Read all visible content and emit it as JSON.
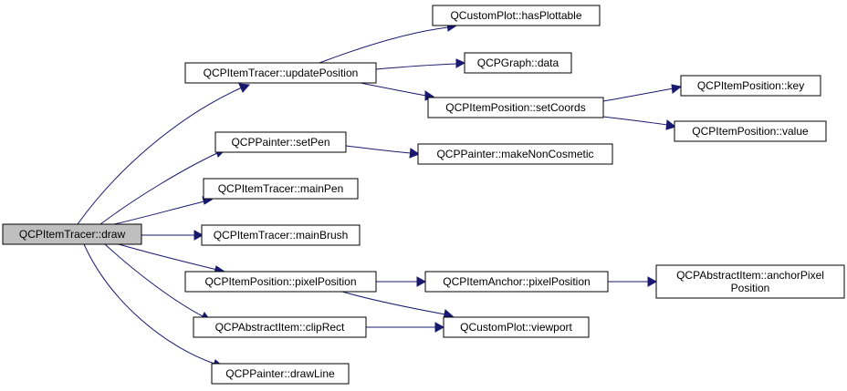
{
  "diagram": {
    "type": "call-graph",
    "colors": {
      "edge": "#191970",
      "node_border": "#000000",
      "node_fill": "#ffffff",
      "root_fill": "#bfbfbf"
    },
    "nodes": [
      {
        "id": "draw",
        "lines": [
          "QCPItemTracer::draw"
        ],
        "root": true
      },
      {
        "id": "updatePosition",
        "lines": [
          "QCPItemTracer::updatePosition"
        ]
      },
      {
        "id": "setPen",
        "lines": [
          "QCPPainter::setPen"
        ]
      },
      {
        "id": "mainPen",
        "lines": [
          "QCPItemTracer::mainPen"
        ]
      },
      {
        "id": "mainBrush",
        "lines": [
          "QCPItemTracer::mainBrush"
        ]
      },
      {
        "id": "pixelPosition",
        "lines": [
          "QCPItemPosition::pixelPosition"
        ]
      },
      {
        "id": "clipRect",
        "lines": [
          "QCPAbstractItem::clipRect"
        ]
      },
      {
        "id": "drawLine",
        "lines": [
          "QCPPainter::drawLine"
        ]
      },
      {
        "id": "hasPlottable",
        "lines": [
          "QCustomPlot::hasPlottable"
        ]
      },
      {
        "id": "graphData",
        "lines": [
          "QCPGraph::data"
        ]
      },
      {
        "id": "setCoords",
        "lines": [
          "QCPItemPosition::setCoords"
        ]
      },
      {
        "id": "key",
        "lines": [
          "QCPItemPosition::key"
        ]
      },
      {
        "id": "value",
        "lines": [
          "QCPItemPosition::value"
        ]
      },
      {
        "id": "makeNonCosmetic",
        "lines": [
          "QCPPainter::makeNonCosmetic"
        ]
      },
      {
        "id": "anchorPixelPosition",
        "lines": [
          "QCPItemAnchor::pixelPosition"
        ]
      },
      {
        "id": "abstractAnchorPixelPosition",
        "lines": [
          "QCPAbstractItem::anchorPixel",
          "Position"
        ]
      },
      {
        "id": "viewport",
        "lines": [
          "QCustomPlot::viewport"
        ]
      }
    ],
    "edges": [
      {
        "from": "draw",
        "to": "updatePosition"
      },
      {
        "from": "draw",
        "to": "setPen"
      },
      {
        "from": "draw",
        "to": "mainPen"
      },
      {
        "from": "draw",
        "to": "mainBrush"
      },
      {
        "from": "draw",
        "to": "pixelPosition"
      },
      {
        "from": "draw",
        "to": "clipRect"
      },
      {
        "from": "draw",
        "to": "drawLine"
      },
      {
        "from": "updatePosition",
        "to": "hasPlottable"
      },
      {
        "from": "updatePosition",
        "to": "graphData"
      },
      {
        "from": "updatePosition",
        "to": "setCoords"
      },
      {
        "from": "setCoords",
        "to": "key"
      },
      {
        "from": "setCoords",
        "to": "value"
      },
      {
        "from": "setPen",
        "to": "makeNonCosmetic"
      },
      {
        "from": "pixelPosition",
        "to": "anchorPixelPosition"
      },
      {
        "from": "pixelPosition",
        "to": "viewport"
      },
      {
        "from": "anchorPixelPosition",
        "to": "abstractAnchorPixelPosition"
      },
      {
        "from": "clipRect",
        "to": "viewport"
      }
    ]
  }
}
